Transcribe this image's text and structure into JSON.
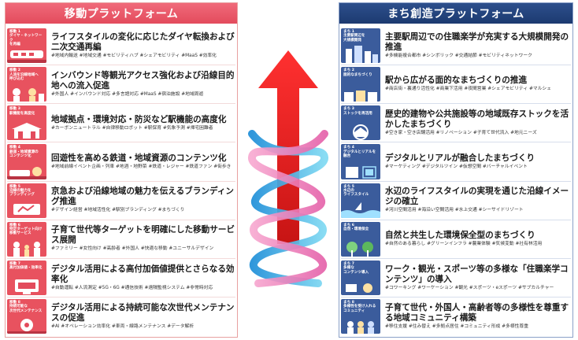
{
  "left": {
    "header": "移動プラットフォーム",
    "items": [
      {
        "label": "移動 1\nダイヤ・ネットワーク\nを再編",
        "title": "ライフスタイルの変化に応じたダイヤ転換および二次交通再編",
        "tags": "#地域内輸送 #地域交通 #モビリティハブ #シェアモビリティ #MaaS #効率化"
      },
      {
        "label": "移動 2\n人流を沿線地域へ\n呼び込む",
        "title": "インバウンド等観光アクセス強化および沿線目的地への流入促進",
        "tags": "#外国人 #インバウンド対応 #多言語対応 #MaaS #宿泊施設 #地域周遊"
      },
      {
        "label": "移動 3\n駅機能を高度化",
        "title": "地域拠点・環境対応・防災など駅機能の高度化",
        "tags": "#カーボンニュートラル #自律移動ロボット #駅保育 #気象予測 #帰宅困難者"
      },
      {
        "label": "移動 4\n鉄道・地域資源の\nコンテンツ化",
        "title": "回遊性を高める鉄道・地域資源のコンテンツ化",
        "tags": "#地域前線イベント企画・列車 #地酒・地野菜 #鉄道・レジャー #鉄道ファン #街歩き"
      },
      {
        "label": "移動 5\n沿線の魅力を\nブランディング",
        "title": "京急および沿線地域の魅力を伝えるブランディング推進",
        "tags": "#デザイン経営 #地域活性化 #駅別ブランディング #まちづくり"
      },
      {
        "label": "移動 6\n特定ターゲット向け\n移動サービス",
        "title": "子育て世代等ターゲットを明確にした移動サービス展開",
        "tags": "#ファミリー #女性向け #高齢者 #外国人 #快適な移動 #ユニーサルデザイン"
      },
      {
        "label": "移動 7\n高付加価値・効率化",
        "title": "デジタル活用による高付加価値提供とさらなる効率化",
        "tags": "#自動運転 #人流測定 #5G・6G #通信技術 #遠隔監視システム #非常時対応"
      },
      {
        "label": "移動 8\n持続可能な\n次世代メンテナンス",
        "title": "デジタル活用による持続可能な次世代メンテナンスの促進",
        "tags": "#AI #オペレーション効率化 #車両・線路メンテナンス #データ解析"
      }
    ]
  },
  "right": {
    "header": "まち創造プラットフォーム",
    "items": [
      {
        "label": "まち 1\n主要駅周辺を\n大規模開発",
        "title": "主要駅周辺での住職楽学が充実する大規模開発の推進",
        "tags": "#多機能複合都市 #シンボリック #交通結節 #モビリティネットワーク"
      },
      {
        "label": "まち 2\n面的なまちづくり",
        "title": "駅から広がる面的なまちづくりの推進",
        "tags": "#商店街・裏通り活性化 #商業下活用 #夜間営業 #シェアモビリティ #マルシェ"
      },
      {
        "label": "まち 3\nストックを再活用",
        "title": "歴史的建物や公共施設等の地域既存ストックを活かしたまちづくり",
        "tags": "#空き家・空き店舗活用 #リノベーション #子育て世代流入 #地元ニーズ"
      },
      {
        "label": "まち 4\nデジタルとリアルを融合",
        "title": "デジタルとリアルが融合したまちづくり",
        "tags": "#マーケティング #デジタルツイン #仮想空間 #バーチャルイベント"
      },
      {
        "label": "まち 5\n水辺の\nライフスタイル",
        "title": "水辺のライフスタイルの実現を通じた沿線イメージの確立",
        "tags": "#河川空間活用 #海沿い空間活用 #水上交通 #シーサイドリゾート"
      },
      {
        "label": "まち 6\n自然・環境保全",
        "title": "自然と共生した環境保全型のまちづくり",
        "tags": "#自然のある暮らし #グリーンインフラ #農業体験 #気候変動 #社有林活用"
      },
      {
        "label": "まち 7\n多様な\nコンテンツ導入",
        "title": "ワーク・観光・スポーツ等の多様な「住職楽学コンテンツ」の導入",
        "tags": "#コワーキング #ワーケーション #観光 #スポーツ・eスポーツ #サブカルチャー"
      },
      {
        "label": "まち 8\n多様性を受け入れる\nコミュニティ",
        "title": "子育て世代・外国人・高齢者等の多様性を尊重する地域コミュニティ構築",
        "tags": "#移住支援 #住み替え #多拠点居住 #コミュニティ形成 #多様性尊重"
      }
    ]
  },
  "colors": {
    "left_accent": "#e34b5c",
    "right_accent": "#1c3a70",
    "arrow": "#e52d2d",
    "ribbon_pink": "#f07fb9",
    "ribbon_blue": "#4ec3e6"
  }
}
